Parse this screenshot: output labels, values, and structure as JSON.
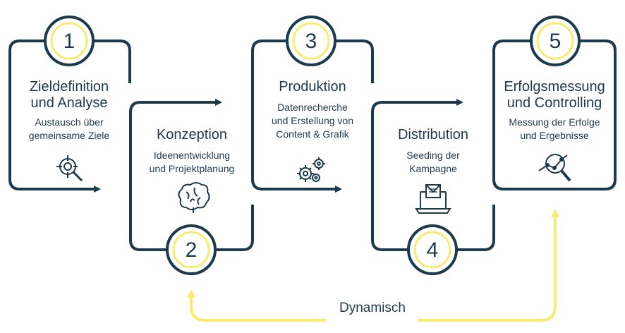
{
  "steps": [
    {
      "number": "1",
      "title_l1": "Zieldefinition",
      "title_l2": "und Analyse",
      "desc_l1": "Austausch über",
      "desc_l2": "gemeinsame Ziele",
      "icon": "target-search-icon"
    },
    {
      "number": "2",
      "title_l1": "Konzeption",
      "desc_l1": "Ideenentwicklung",
      "desc_l2": "und Projektplanung",
      "icon": "brain-icon"
    },
    {
      "number": "3",
      "title_l1": "Produktion",
      "desc_l1": "Datenrecherche",
      "desc_l2": "und Erstellung von",
      "desc_l3": "Content & Grafik",
      "icon": "gears-icon"
    },
    {
      "number": "4",
      "title_l1": "Distribution",
      "desc_l1": "Seeding der",
      "desc_l2": "Kampagne",
      "icon": "laptop-mail-icon"
    },
    {
      "number": "5",
      "title_l1": "Erfolgsmessung",
      "title_l2": "und Controlling",
      "desc_l1": "Messung der Erfolge",
      "desc_l2": "und Ergebnisse",
      "icon": "analytics-search-icon"
    }
  ],
  "feedback_label": "Dynamisch",
  "colors": {
    "navy": "#1b3a4b",
    "yellow": "#f7ec72"
  }
}
